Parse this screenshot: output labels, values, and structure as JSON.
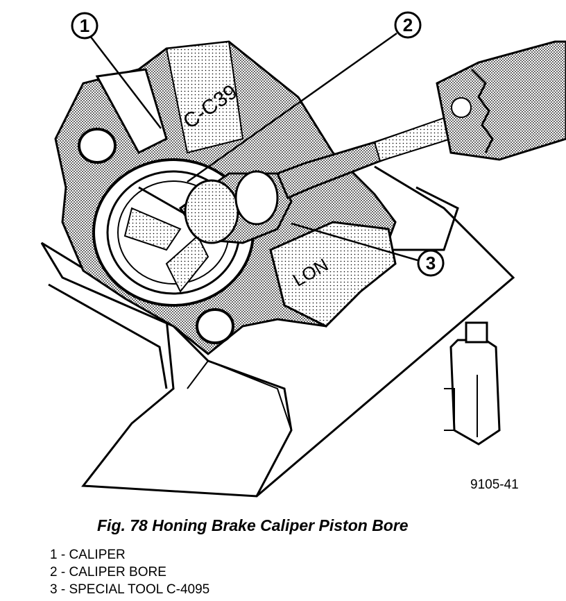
{
  "figure": {
    "id_label": "9105-41",
    "caption": "Fig. 78 Honing Brake Caliper Piston Bore",
    "engraved_text_1": "C-C39",
    "engraved_text_2": "LON"
  },
  "callouts": [
    {
      "number": "1"
    },
    {
      "number": "2"
    },
    {
      "number": "3"
    }
  ],
  "legend": [
    "1 - CALIPER",
    "2 - CALIPER BORE",
    "3 - SPECIAL TOOL C-4095"
  ]
}
